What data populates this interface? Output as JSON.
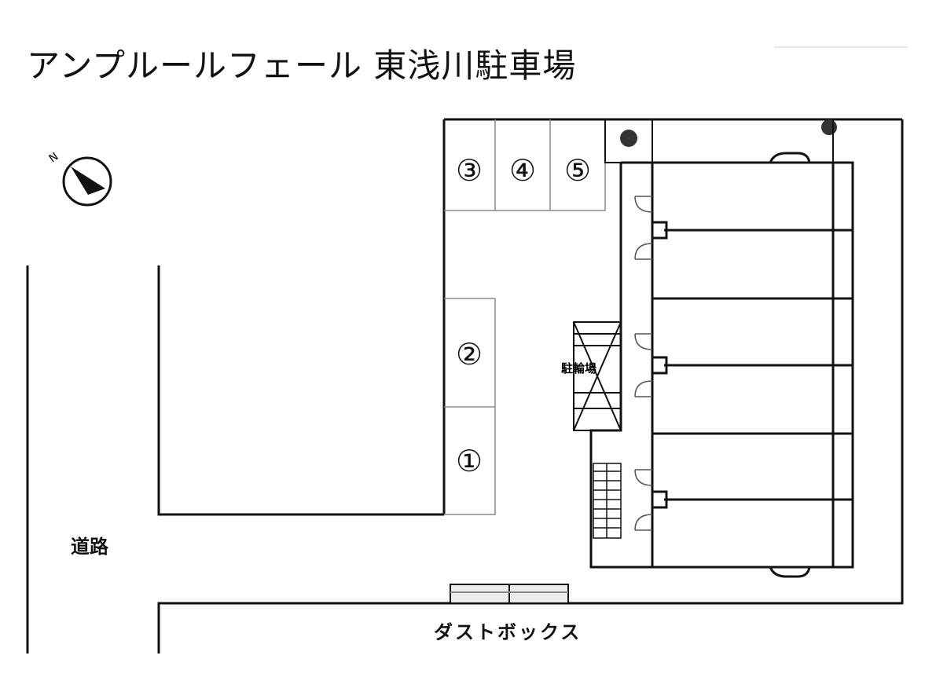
{
  "title": "アンプルールフェール 東浅川駐車場",
  "labels": {
    "road": "道路",
    "dust_box": "ダストボックス",
    "stairs_mark": "駐輪場"
  },
  "compass": {
    "label": "N"
  },
  "parking_spaces": [
    {
      "id": "1",
      "label": "①"
    },
    {
      "id": "2",
      "label": "②"
    },
    {
      "id": "3",
      "label": "③"
    },
    {
      "id": "4",
      "label": "④"
    },
    {
      "id": "5",
      "label": "⑤"
    }
  ]
}
